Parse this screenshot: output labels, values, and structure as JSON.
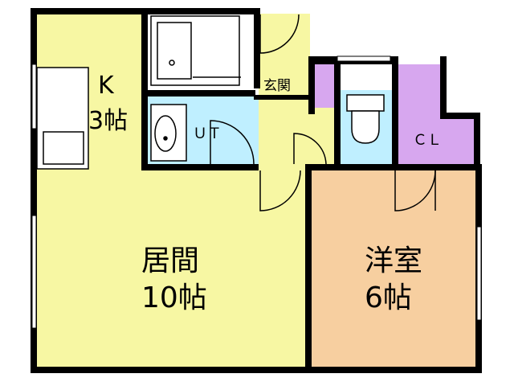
{
  "plan": {
    "kitchen": {
      "name": "K",
      "size": "3帖"
    },
    "living": {
      "name": "居間",
      "size": "10帖"
    },
    "western": {
      "name": "洋室",
      "size": "6帖"
    },
    "utility": {
      "name": "ＵＴ"
    },
    "closet": {
      "name": "ＣＬ"
    },
    "entrance": {
      "name": "玄関"
    }
  },
  "colors": {
    "living": "#f7f7a3",
    "kitchen": "#f7f7a3",
    "entrance": "#f7f7a3",
    "western": "#f7cfa0",
    "utility": "#bfefff",
    "toilet": "#bfefff",
    "closet": "#d7a7ef",
    "bath": "#ffffff",
    "wall": "#000000"
  }
}
